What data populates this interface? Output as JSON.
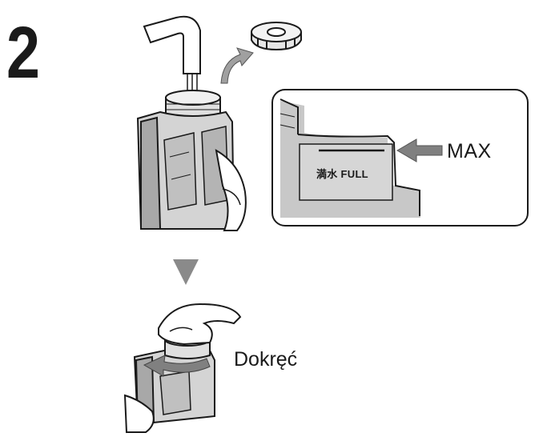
{
  "step": {
    "number": "2"
  },
  "labels": {
    "max": "MAX",
    "full_mark": "満水 FULL",
    "tighten": "Dokręć"
  },
  "colors": {
    "line": "#1a1a1a",
    "tank_fill": "#d4d4d4",
    "tank_shade": "#a8a8a8",
    "callout_fill": "#c8c8c8",
    "arrow_gray": "#808080"
  },
  "icons": [
    "water-tap-icon",
    "bottle-cap-icon",
    "curved-arrow-icon",
    "pointer-arrow-icon",
    "down-triangle-icon",
    "rotate-arrow-icon"
  ]
}
